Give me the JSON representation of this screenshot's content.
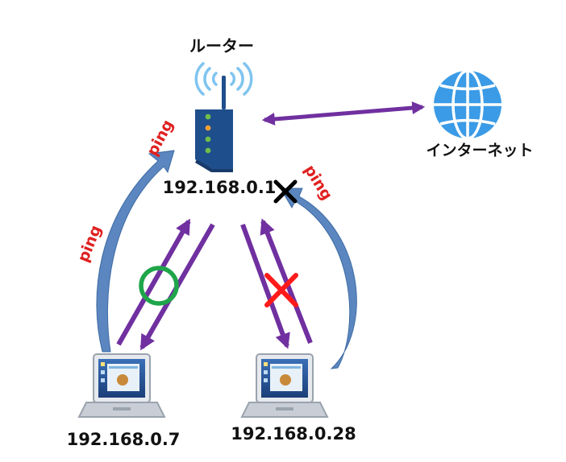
{
  "nodes": {
    "router": {
      "label": "ルーター",
      "ip": "192.168.0.1"
    },
    "internet": {
      "label": "インターネット"
    },
    "pc_left": {
      "ip": "192.168.0.7"
    },
    "pc_right": {
      "ip": "192.168.0.28"
    }
  },
  "pings": {
    "left_upper": "ping",
    "left_lower": "ping",
    "right": "ping"
  },
  "colors": {
    "link": "#7030a0",
    "ping_arrow": "#4f81bd",
    "ping_text": "#e02020",
    "ok_mark": "#1fa54a",
    "fail_mark": "#ff1a1a",
    "blocked_mark": "#000000",
    "router_body": "#1f4e8c",
    "globe": "#3b9be6"
  }
}
